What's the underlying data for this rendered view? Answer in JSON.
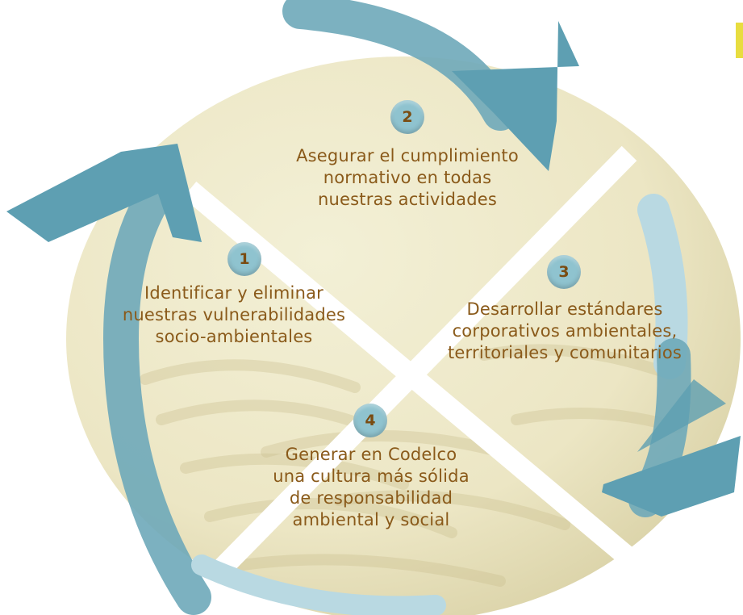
{
  "colors": {
    "text": "#8a5a1a",
    "badge_fill": "#8fc3cf",
    "badge_text": "#7a4c12",
    "arrow": "#5e9fb2",
    "arrow_light": "#b9d9e2",
    "disc_light": "#f1eed2",
    "disc_dark": "#ddd6ad",
    "accent_corner": "#e8dd40"
  },
  "segments": [
    {
      "number": "1",
      "lines": [
        "Identificar y eliminar",
        "nuestras vulnerabilidades",
        "socio-ambientales"
      ]
    },
    {
      "number": "2",
      "lines": [
        "Asegurar el cumplimiento",
        "normativo en todas",
        "nuestras actividades"
      ]
    },
    {
      "number": "3",
      "lines": [
        "Desarrollar estándares",
        "corporativos ambientales,",
        "territoriales y comunitarios"
      ]
    },
    {
      "number": "4",
      "lines": [
        "Generar en Codelco",
        "una cultura más sólida",
        "de responsabilidad",
        "ambiental y social"
      ]
    }
  ]
}
